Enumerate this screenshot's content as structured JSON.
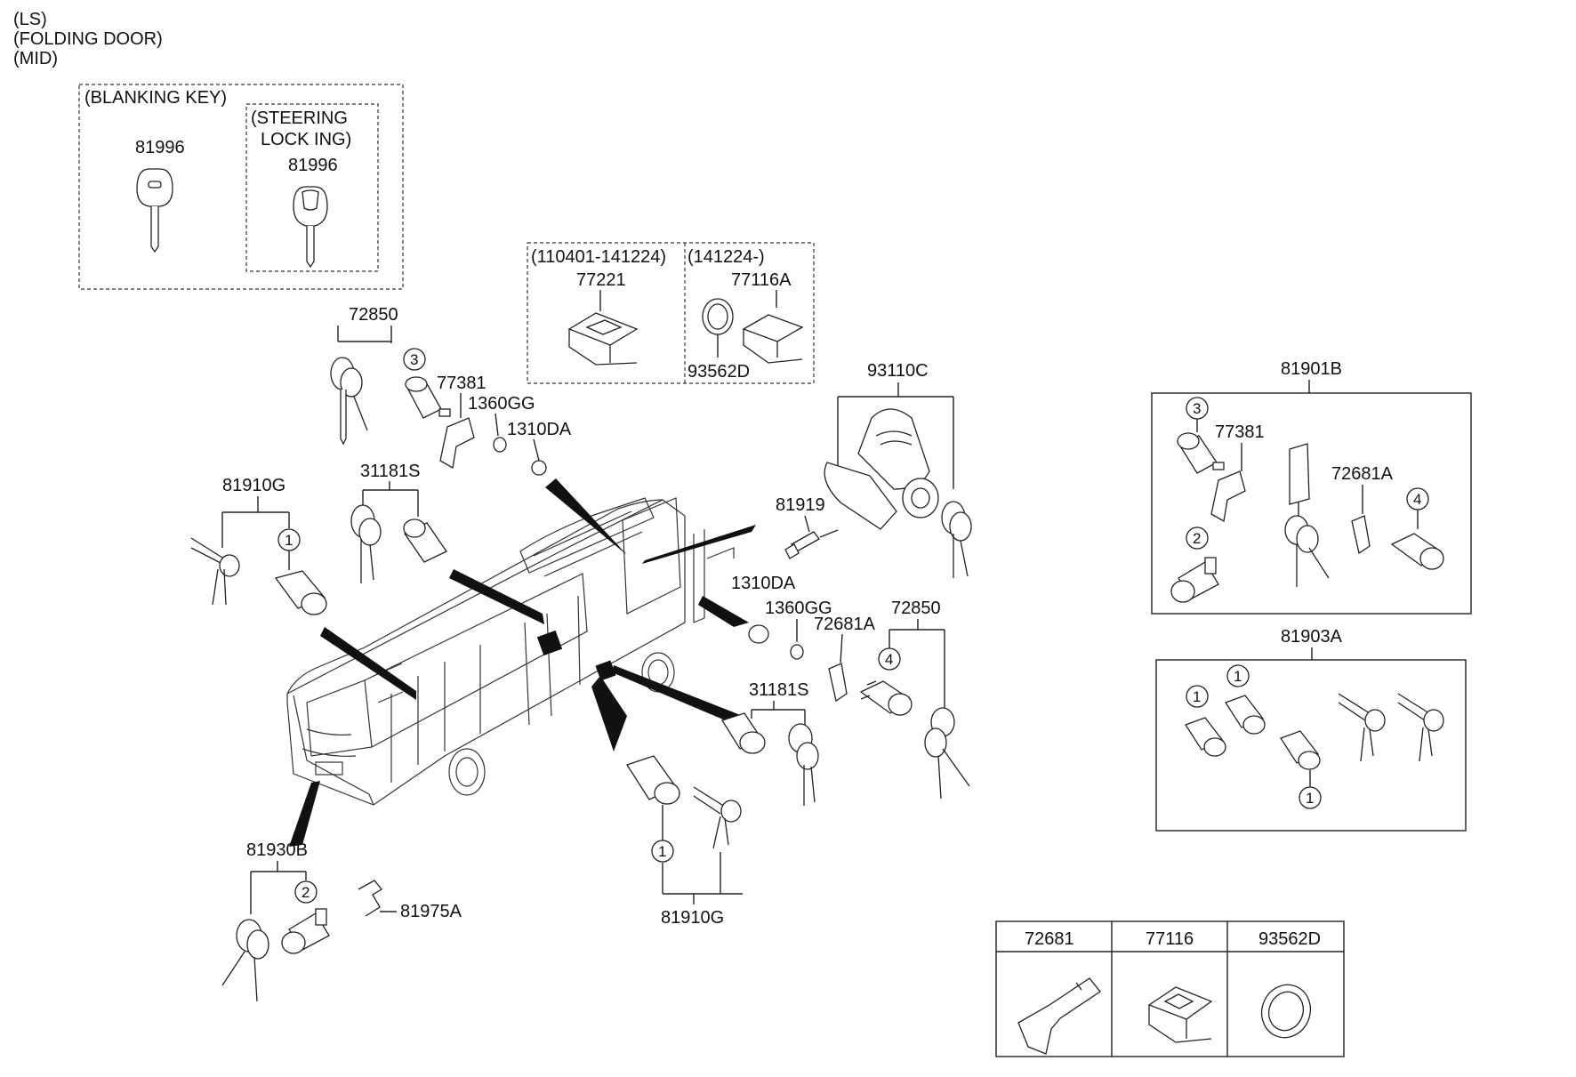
{
  "header": {
    "lines": [
      "(LS)",
      "(FOLDING DOOR)",
      "(MID)"
    ]
  },
  "groups": {
    "blanking_key": "(BLANKING KEY)",
    "steering_lock_1": "(STEERING",
    "steering_lock_2": "LOCK  ING)",
    "date_range_1": "(110401-141224)",
    "date_range_2": "(141224-)"
  },
  "parts": {
    "p81996_a": "81996",
    "p81996_b": "81996",
    "p77221": "77221",
    "p77116A": "77116A",
    "p93562D_top": "93562D",
    "p72850_top": "72850",
    "p77381_top": "77381",
    "p1360GG_top": "1360GG",
    "p1310DA_top": "1310DA",
    "p93110C": "93110C",
    "p81910G_left": "81910G",
    "p31181S_top": "31181S",
    "p81919": "81919",
    "p1310DA_mid": "1310DA",
    "p1360GG_mid": "1360GG",
    "p72681A_mid": "72681A",
    "p72850_mid": "72850",
    "p31181S_mid": "31181S",
    "p81930B": "81930B",
    "p81975A": "81975A",
    "p81910G_bottom": "81910G",
    "p81901B": "81901B",
    "p77381_box": "77381",
    "p72681A_box": "72681A",
    "p81903A": "81903A"
  },
  "callouts": {
    "c1": "1",
    "c2": "2",
    "c3": "3",
    "c4": "4"
  },
  "legend": {
    "headers": [
      "72681",
      "77116",
      "93562D"
    ]
  }
}
